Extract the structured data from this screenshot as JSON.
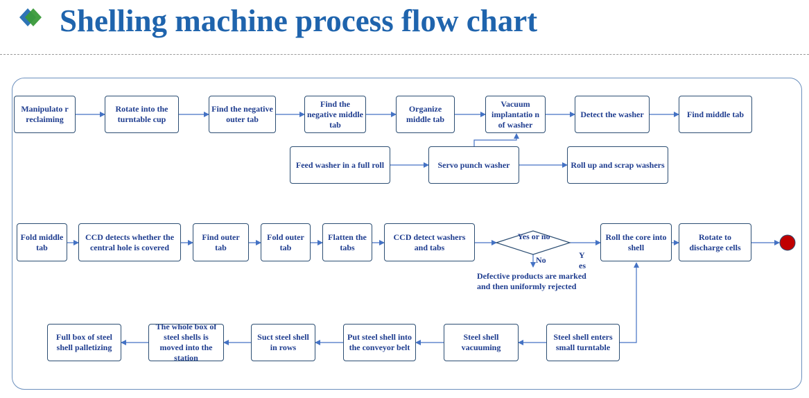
{
  "title": "Shelling machine process flow chart",
  "colors": {
    "title": "#1f64ad",
    "box_border": "#2b4d72",
    "text": "#1f3d8f",
    "arrow": "#4472c4",
    "end_marker": "#c00000"
  },
  "rows": {
    "row1": [
      "Manipulato r reclaiming",
      "Rotate into the turntable cup",
      "Find the negative outer tab",
      "Find the negative middle tab",
      "Organize middle tab",
      "Vacuum implantatio n of washer",
      "Detect the washer",
      "Find middle tab"
    ],
    "row2": [
      "Feed washer in a full roll",
      "Servo punch washer",
      "Roll up and scrap washers"
    ],
    "row3": [
      "Fold middle tab",
      "CCD detects whether the central hole is covered",
      "Find outer tab",
      "Fold outer tab",
      "Flatten the tabs",
      "CCD detect washers and tabs",
      "Roll the core into shell",
      "Rotate to discharge cells"
    ],
    "row4": [
      "Full box of steel shell palletizing",
      "The whole box of steel shells is moved into the station",
      "Suct steel shell in rows",
      "Put steel shell into the conveyor belt",
      "Steel shell vacuuming",
      "Steel shell enters small turntable"
    ]
  },
  "decision": {
    "question": "Yes or no",
    "no_label": "No",
    "yes_label": "Y es",
    "reject_text": "Defective products are marked and then uniformly rejected"
  }
}
